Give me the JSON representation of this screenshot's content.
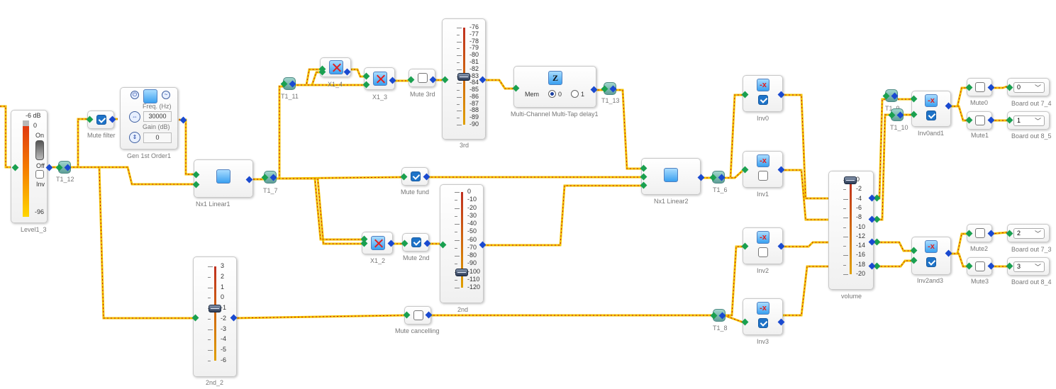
{
  "colors": {
    "wire": "#f2c200",
    "wire_dash": "#c41a1a",
    "pin_in": "#1aa050",
    "pin_out": "#1a4ad0",
    "checkbox": "#1e73c8"
  },
  "level": {
    "label": "Level1_3",
    "db": "-6 dB",
    "top": "0",
    "bottom": "-96",
    "on": "On",
    "off": "Off",
    "inv": "Inv"
  },
  "mute_filter": "Mute filter",
  "gen": {
    "label": "Gen 1st Order1",
    "freq_label": "Freq. (Hz)",
    "freq": "30000",
    "gain_label": "Gain (dB)",
    "gain": "0"
  },
  "nodes": {
    "t1_12": "T1_12",
    "t1_11": "T1_11",
    "t1_7": "T1_7",
    "t1_13": "T1_13",
    "t1_6": "T1_6",
    "t1_8": "T1_8",
    "t1_9": "T1_9",
    "t1_10": "T1_10"
  },
  "nx1_linear1": "Nx1 Linear1",
  "nx1_linear2": "Nx1 Linear2",
  "x1_4": "X1_4",
  "x1_3": "X1_3",
  "x1_2": "X1_2",
  "mute_3rd": "Mute 3rd",
  "mute_fund": "Mute fund",
  "mute_2nd": "Mute 2nd",
  "mute_cancelling": "Mute cancelling",
  "fader_3rd": {
    "label": "3rd",
    "ticks": [
      "-76",
      "-77",
      "-78",
      "-79",
      "-80",
      "-81",
      "-82",
      "-83",
      "-84",
      "-85",
      "-86",
      "-87",
      "-88",
      "-89",
      "-90"
    ],
    "value": -83
  },
  "fader_2nd": {
    "label": "2nd",
    "ticks": [
      "0",
      "-10",
      "-20",
      "-30",
      "-40",
      "-50",
      "-60",
      "-70",
      "-80",
      "-90",
      "-100",
      "-110",
      "-120"
    ],
    "value": -100
  },
  "fader_2nd_2": {
    "label": "2nd_2",
    "ticks": [
      "3",
      "2",
      "1",
      "0",
      "-1",
      "-2",
      "-3",
      "-4",
      "-5",
      "-6"
    ],
    "value": -1
  },
  "fader_volume": {
    "label": "volume",
    "ticks": [
      "0",
      "-2",
      "-4",
      "-6",
      "-8",
      "-10",
      "-12",
      "-14",
      "-16",
      "-18",
      "-20"
    ],
    "value": 0
  },
  "delay": {
    "label": "Multi-Channel Multi-Tap delay1",
    "mem": "Mem",
    "opt0": "0",
    "opt1": "1",
    "icon_text": "Z"
  },
  "inv": {
    "inv0": "Inv0",
    "inv1": "Inv1",
    "inv2": "Inv2",
    "inv3": "Inv3",
    "glyph": "-x"
  },
  "inv0and1": "Inv0and1",
  "inv2and3": "Inv2and3",
  "mutes": {
    "mute0": "Mute0",
    "mute1": "Mute1",
    "mute2": "Mute2",
    "mute3": "Mute3"
  },
  "boards": [
    {
      "label": "Board out 7_4",
      "value": "0"
    },
    {
      "label": "Board out 8_5",
      "value": "1"
    },
    {
      "label": "Board out 7_3",
      "value": "2"
    },
    {
      "label": "Board out 8_4",
      "value": "3"
    }
  ]
}
